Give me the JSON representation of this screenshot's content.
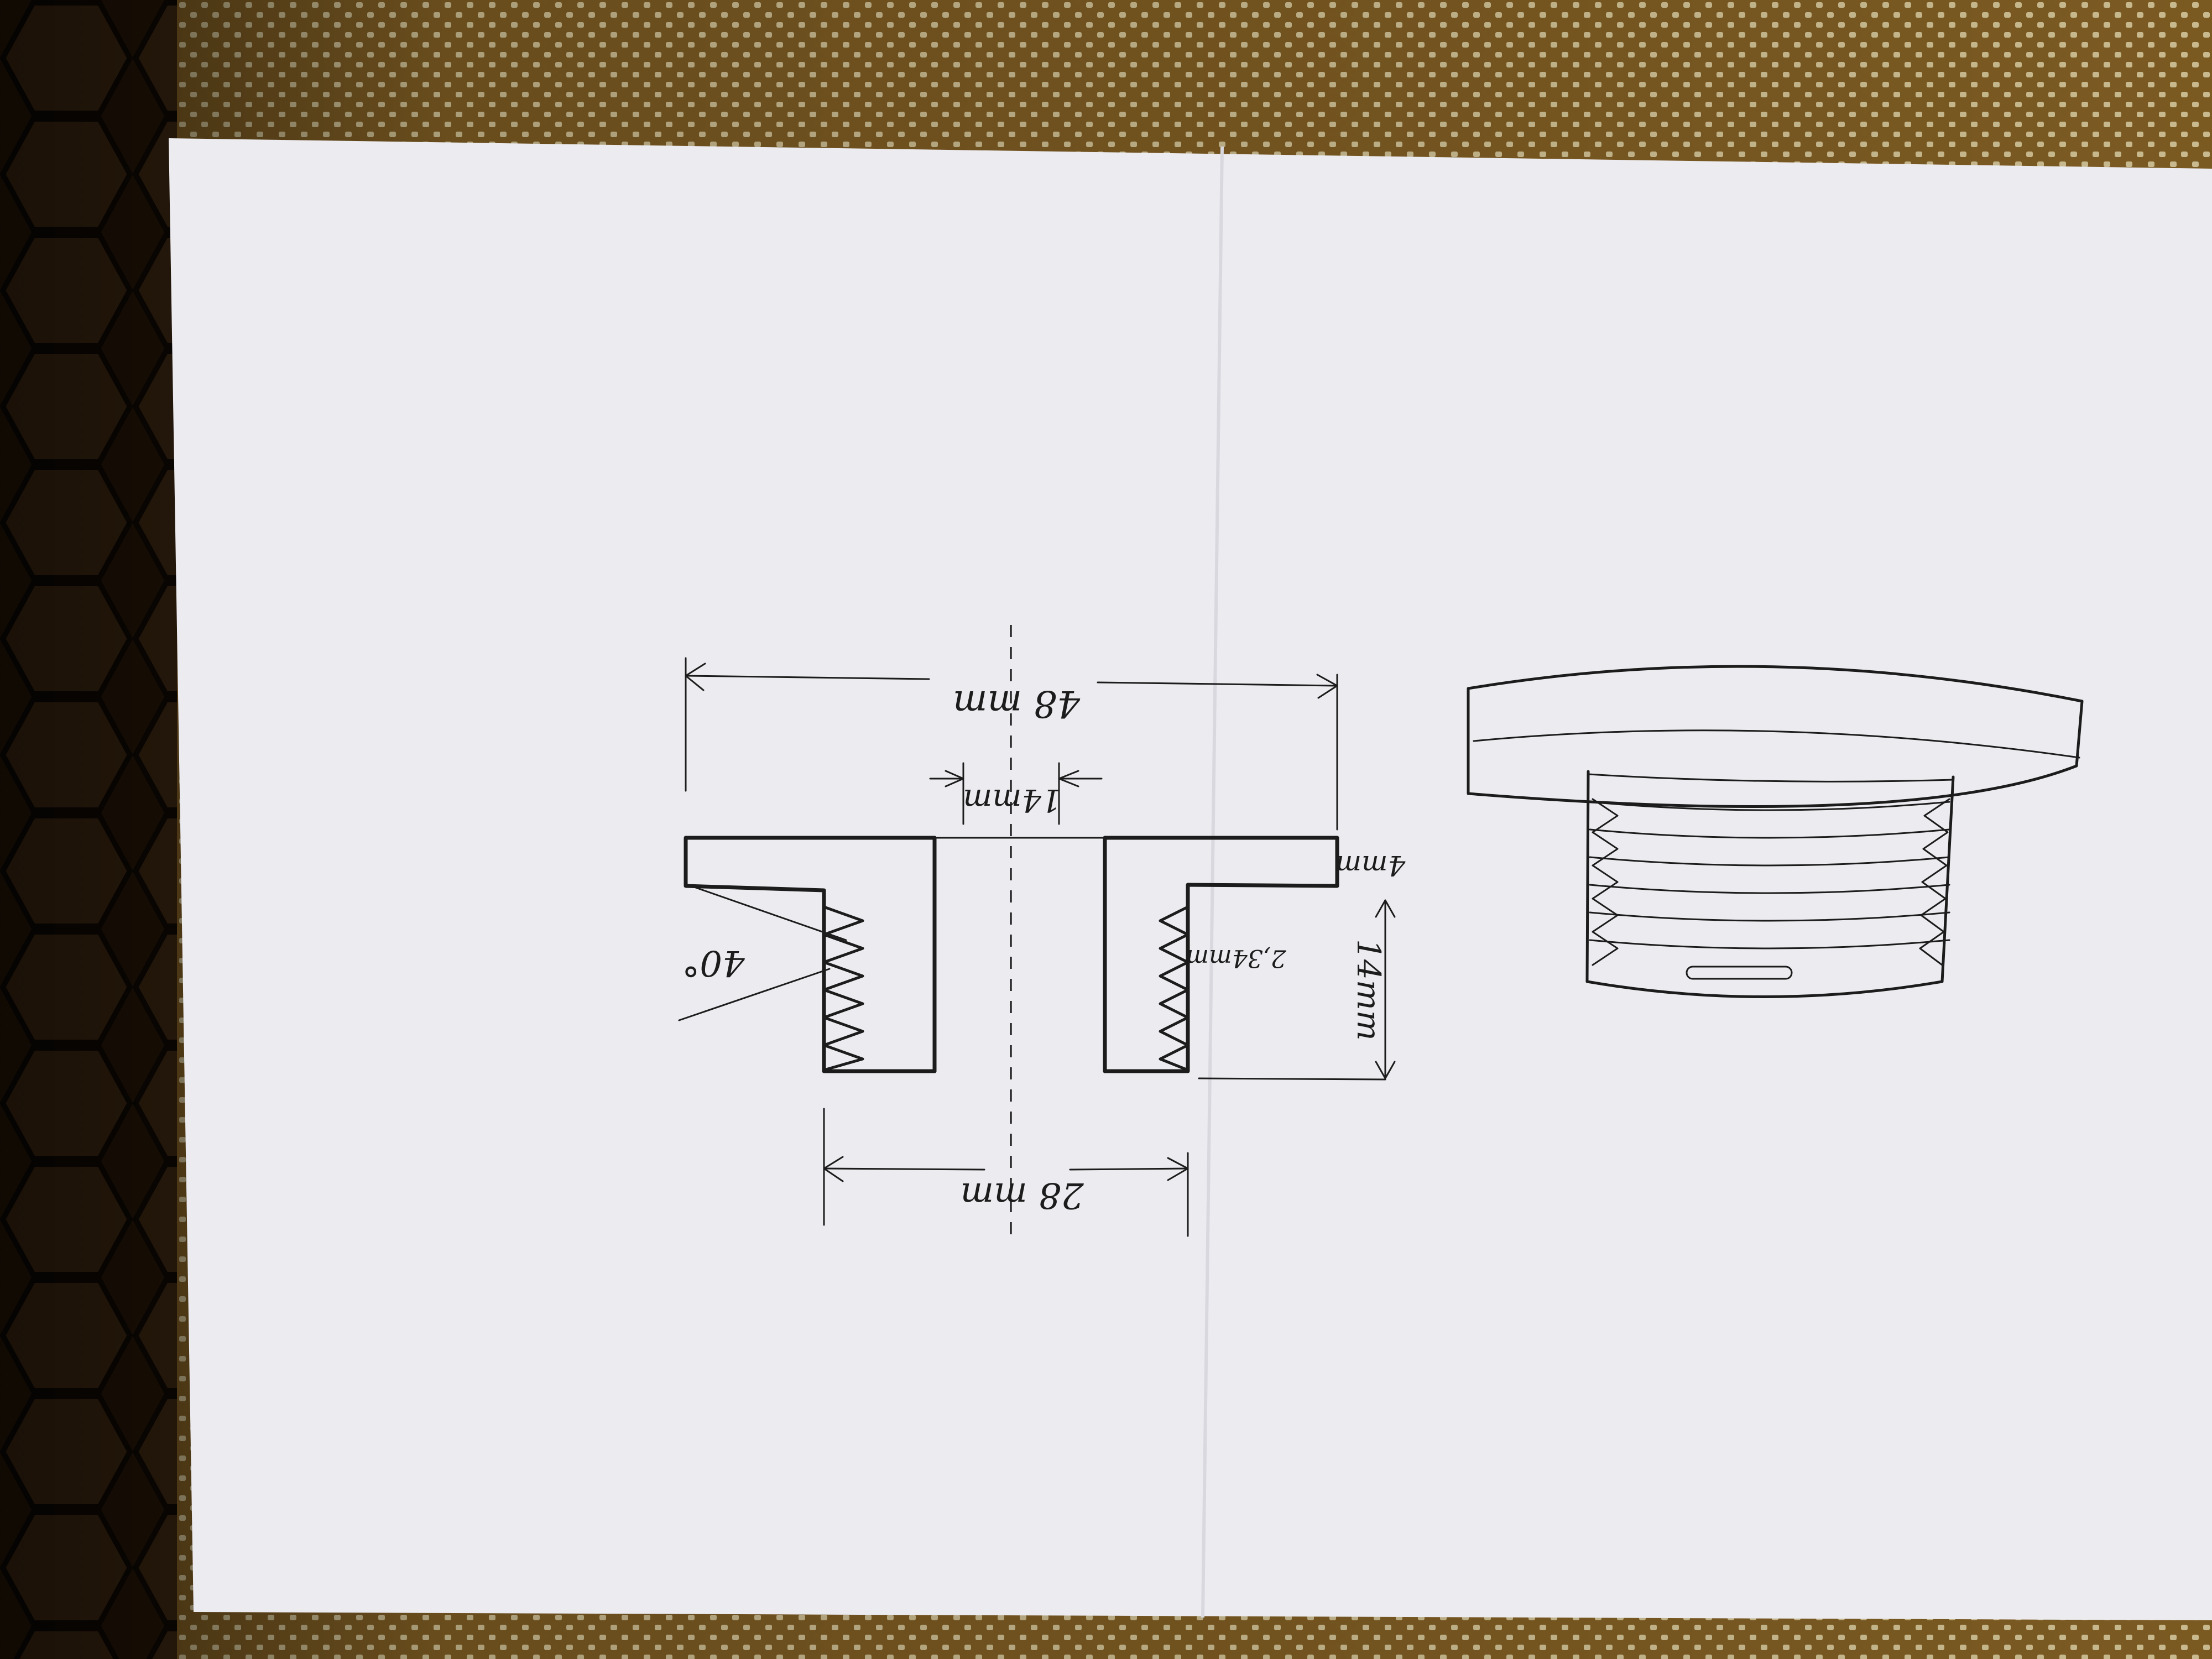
{
  "drawing": {
    "paper_color": "#ecebf0",
    "ink_color": "#1c1c1c",
    "background_color": "#8a6a2e",
    "cross_section": {
      "labels": {
        "overall_diameter": "48 mm",
        "bore_diameter": "14mm",
        "flange_thickness": "4mm",
        "thread_length": "14mm",
        "thread_pitch": "2,34mm",
        "thread_angle": "40°",
        "thread_diameter": "28 mm"
      }
    },
    "perspective_view": {
      "thread_turns": 6
    }
  }
}
